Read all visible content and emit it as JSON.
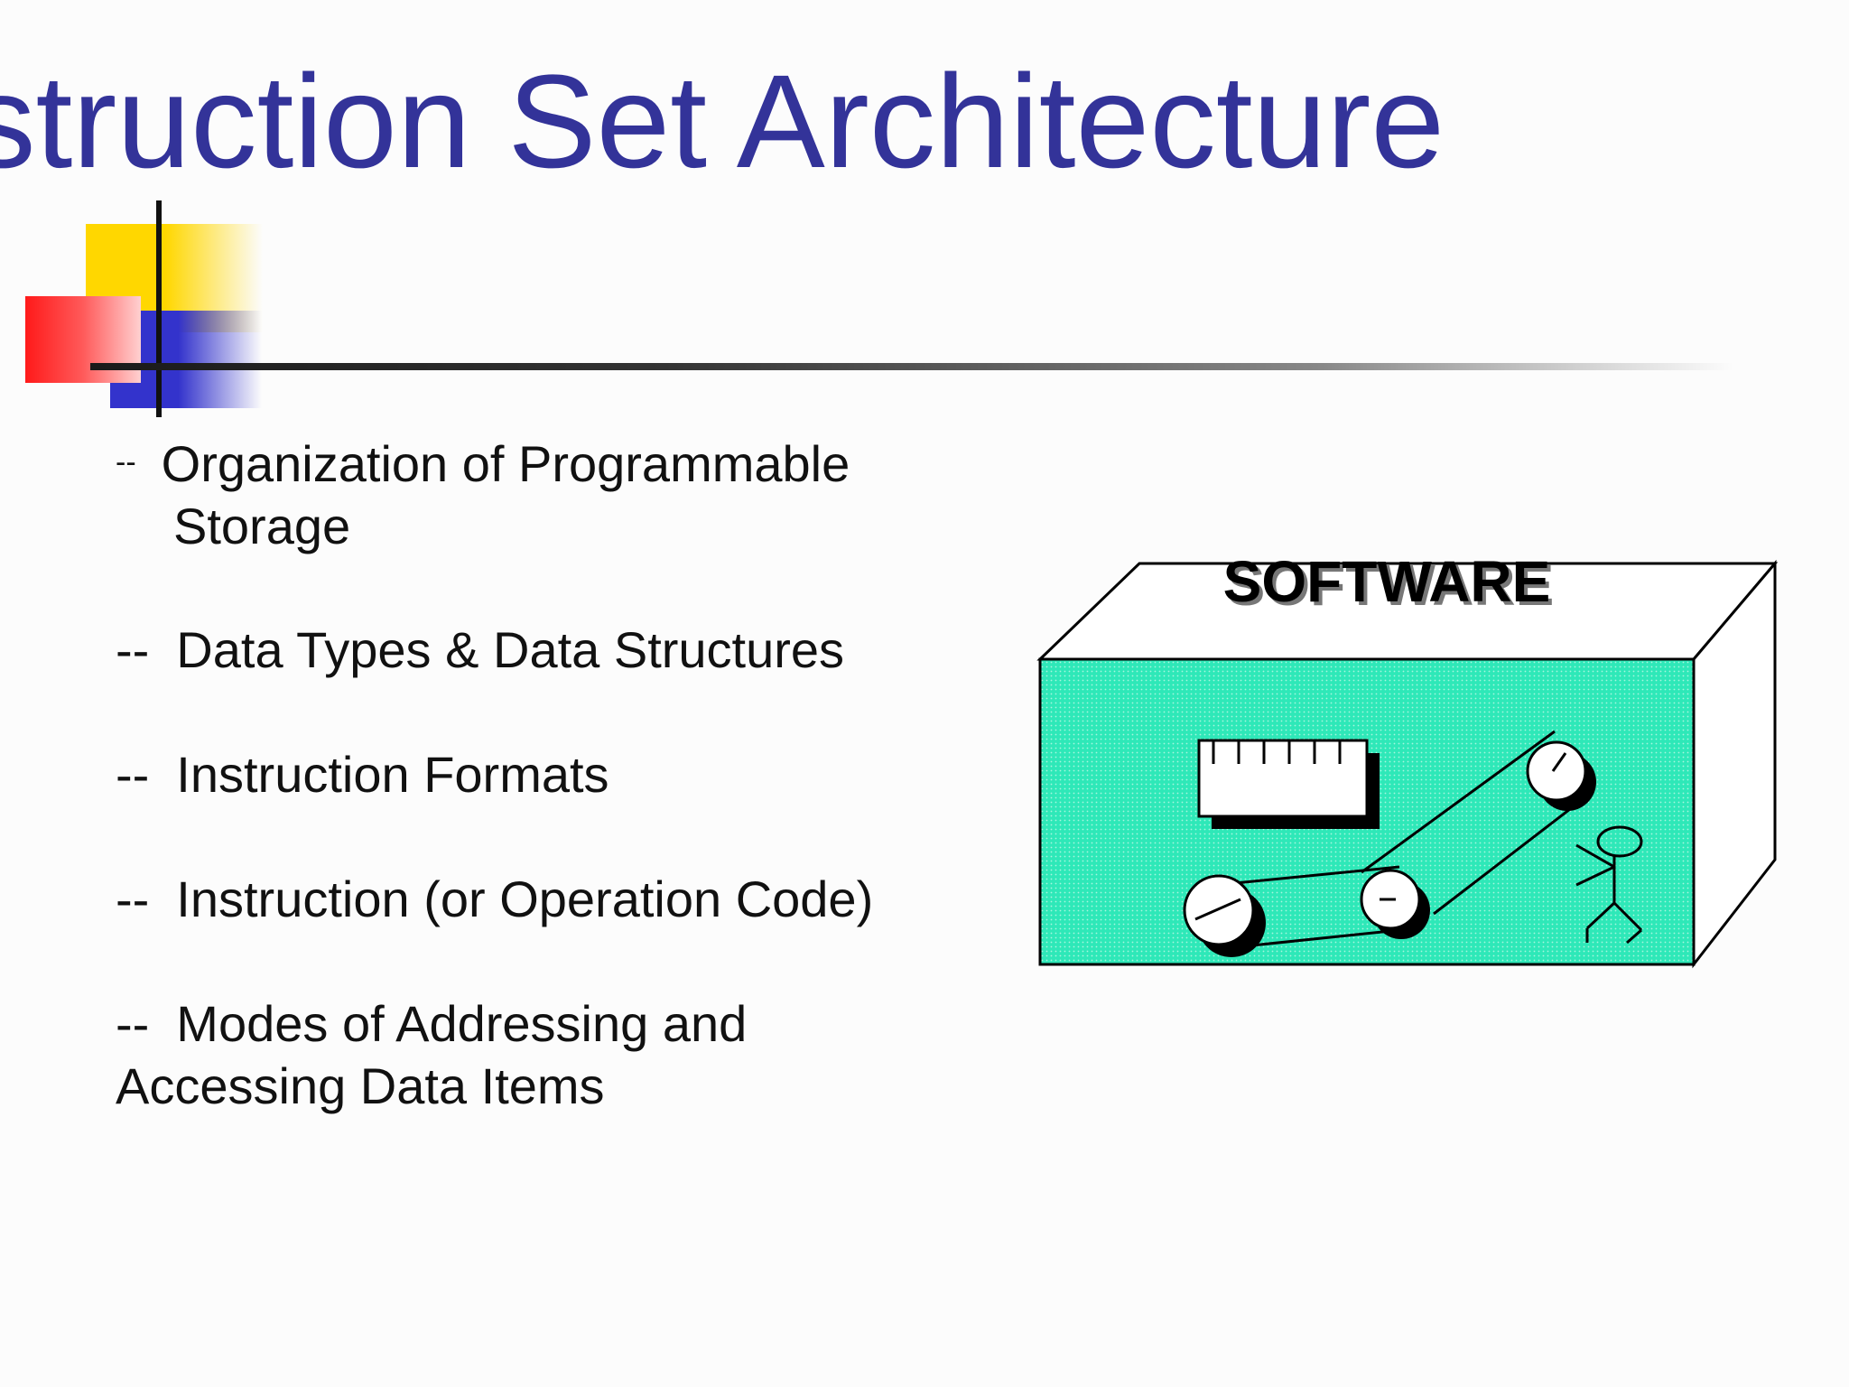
{
  "slide": {
    "title": "struction Set Architecture",
    "bullets": [
      {
        "dash": "--",
        "line1": "Organization of Programmable",
        "line2": "Storage"
      },
      {
        "dash": "--",
        "line1": "Data Types & Data Structures",
        "line2": ""
      },
      {
        "dash": "--",
        "line1": "Instruction Formats",
        "line2": ""
      },
      {
        "dash": "--",
        "line1": "Instruction (or Operation Code)",
        "line2": ""
      },
      {
        "dash": "--",
        "line1": "Modes of Addressing and",
        "line2": "Accessing Data Items"
      }
    ],
    "illustration": {
      "label": "SOFTWARE",
      "box_color": "#2ee8b8"
    }
  },
  "colors": {
    "title": "#333399",
    "accent_yellow": "#ffd700",
    "accent_blue": "#3333cc",
    "accent_red": "#ff1a1a"
  }
}
